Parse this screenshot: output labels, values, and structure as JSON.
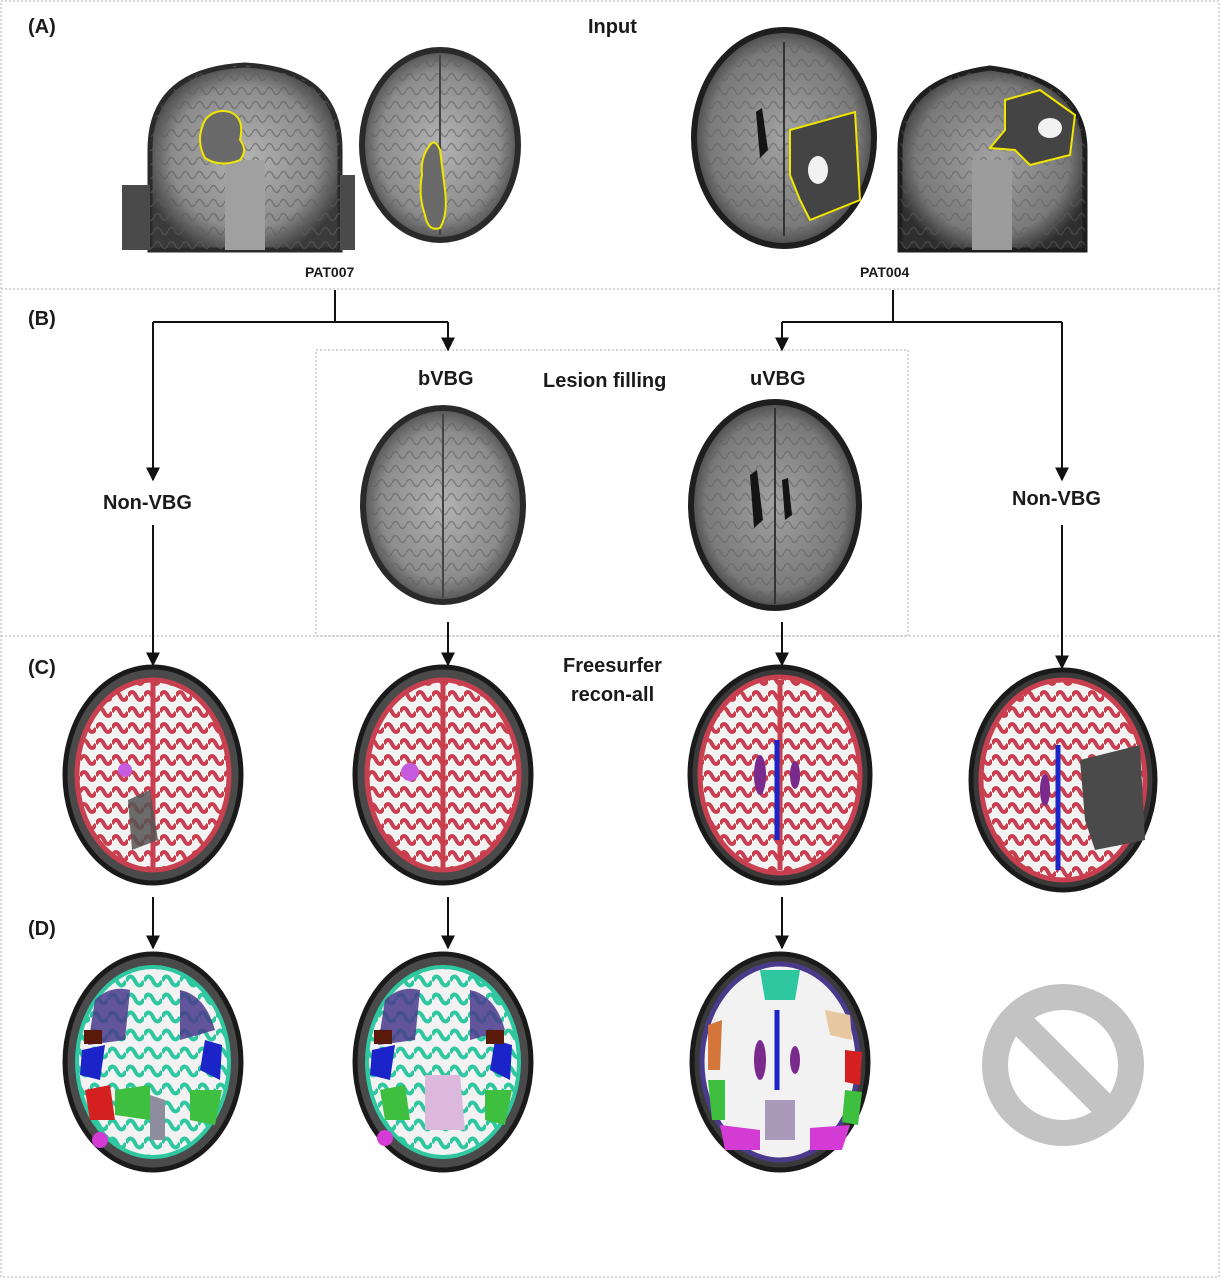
{
  "panels": {
    "a": "(A)",
    "b": "(B)",
    "c": "(C)",
    "d": "(D)"
  },
  "labels": {
    "input": "Input",
    "pat007": "PAT007",
    "pat004": "PAT004",
    "bvbg": "bVBG",
    "lesion_filling": "Lesion filling",
    "uvbg": "uVBG",
    "non_vbg_left": "Non-VBG",
    "non_vbg_right": "Non-VBG",
    "freesurfer_line1": "Freesurfer",
    "freesurfer_line2": "recon-all"
  },
  "colors": {
    "lesion_outline": "#f2e600",
    "cortex_red": "#c8404f",
    "white_matter": "#f2f2f2",
    "ventricle_purple": "#7a2a8c",
    "midline_blue": "#1a24c8",
    "lesion_violet": "#c65adf",
    "border_dotted": "#bdbdbd",
    "no_symbol_gray": "#c3c3c3",
    "arrow": "#111111"
  },
  "icons": {
    "unavailable": "prohibition-icon"
  }
}
